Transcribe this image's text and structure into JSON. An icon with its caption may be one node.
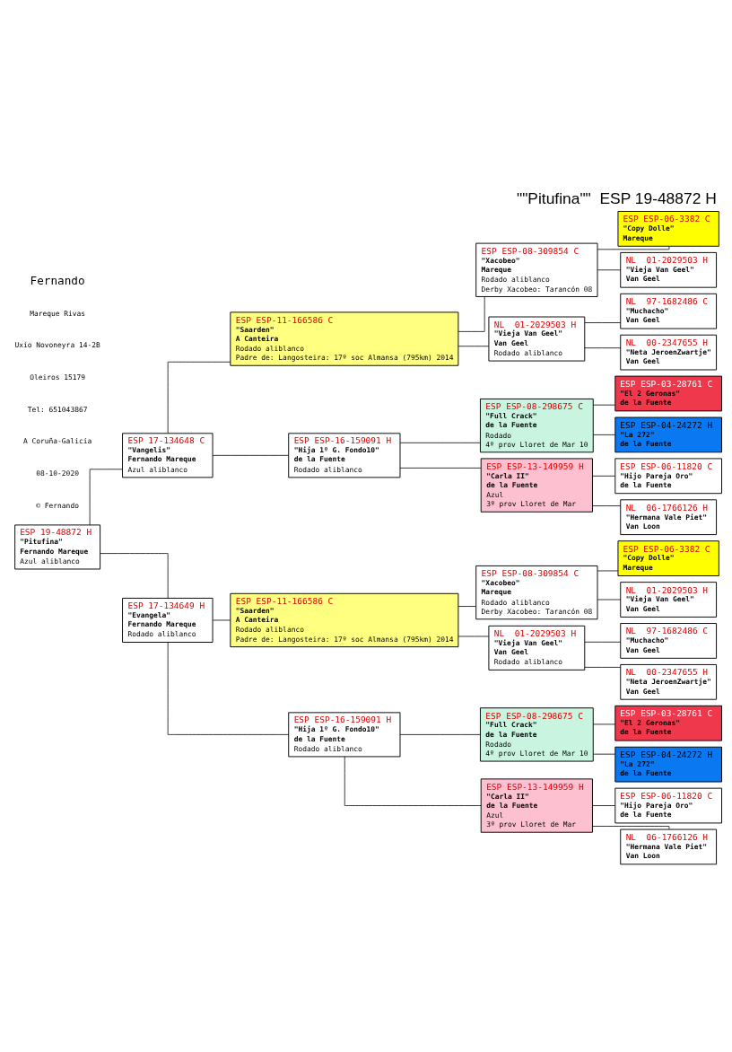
{
  "diagram": {
    "title": "\"\"Pitufina\"\"  ESP 19-48872 H",
    "nodes": [
      {
        "text": [
          "ESP 19-48872 H",
          "\"Pitufina\"",
          "Fernando Mareque",
          "Azul aliblanco"
        ]
      },
      {
        "text": [
          "ESP 17-134648 C",
          "\"Vangelis\"",
          "Fernando Mareque",
          "Azul aliblanco"
        ]
      },
      {
        "text": [
          "ESP 17-134649 H",
          "\"Evangela\"",
          "Fernando Mareque",
          "Rodado aliblanco"
        ]
      },
      {
        "text": [
          "ESP ESP-11-166586 C",
          "\"Saarden\"",
          "A Canteira",
          "Rodado aliblanco",
          "Padre de: Langosteira: 17º soc Almansa (795km) 2014"
        ]
      },
      {
        "text": [
          "ESP ESP-16-159091 H",
          "\"Hija 1º G. Fondo10\"",
          "de la Fuente",
          "Rodado aliblanco"
        ]
      },
      {
        "text": [
          "ESP ESP-11-166586 C",
          "\"Saarden\"",
          "A Canteira",
          "Rodado aliblanco",
          "Padre de: Langosteira: 17º soc Almansa (795km) 2014"
        ]
      },
      {
        "text": [
          "ESP ESP-16-159091 H",
          "\"Hija 1º G. Fondo10\"",
          "de la Fuente",
          "Rodado aliblanco"
        ]
      },
      {
        "text": [
          "ESP ESP-08-309854 C",
          "\"Xacobeo\"",
          "Mareque",
          "Rodado aliblanco",
          "Derby Xacobeo: Tarancón 08"
        ]
      },
      {
        "text": [
          "NL  01-2029503 H",
          "\"Vieja Van Geel\"",
          "Van Geel",
          "Rodado aliblanco"
        ]
      },
      {
        "text": [
          "ESP ESP-08-298675 C",
          "\"Full Crack\"",
          "de la Fuente",
          "Rodado",
          "4º prov Lloret de Mar 10"
        ]
      },
      {
        "text": [
          "ESP ESP-13-149959 H",
          "\"Carla II\"",
          "de la Fuente",
          "Azul",
          "3º prov Lloret de Mar"
        ]
      },
      {
        "text": [
          "ESP ESP-08-309854 C",
          "\"Xacobeo\"",
          "Mareque",
          "Rodado aliblanco",
          "Derby Xacobeo: Tarancón 08"
        ]
      },
      {
        "text": [
          "NL  01-2029503 H",
          "\"Vieja Van Geel\"",
          "Van Geel",
          "Rodado aliblanco"
        ]
      },
      {
        "text": [
          "ESP ESP-08-298675 C",
          "\"Full Crack\"",
          "de la Fuente",
          "Rodado",
          "4º prov Lloret de Mar 10"
        ]
      },
      {
        "text": [
          "ESP ESP-13-149959 H",
          "\"Carla II\"",
          "de la Fuente",
          "Azul",
          "3º prov Lloret de Mar"
        ]
      },
      {
        "text": [
          "ESP ESP-06-3382 C",
          "\"Copy Dolle\"",
          "Mareque"
        ]
      },
      {
        "text": [
          "NL  01-2029503 H",
          "\"Vieja Van Geel\"",
          "Van Geel"
        ]
      },
      {
        "text": [
          "NL  97-1682486 C",
          "\"Muchacho\"",
          "Van Geel"
        ]
      },
      {
        "text": [
          "NL  00-2347655 H",
          "\"Neta JeroenZwartje\"",
          "Van Geel"
        ]
      },
      {
        "text": [
          "ESP ESP-03-28761 C",
          "\"El 2 Geronas\"",
          "de la Fuente"
        ]
      },
      {
        "text": [
          "ESP ESP-04-24272 H",
          "\"La 272\"",
          "de la Fuente"
        ]
      },
      {
        "text": [
          "ESP ESP-06-11820 C",
          "\"Hijo Pareja Oro\"",
          "de la Fuente"
        ]
      },
      {
        "text": [
          "NL  06-1766126 H",
          "\"Hermana Vale Piet\"",
          "Van Loon"
        ]
      },
      {
        "text": [
          "ESP ESP-06-3382 C",
          "\"Copy Dolle\"",
          "Mareque"
        ]
      },
      {
        "text": [
          "NL  01-2029503 H",
          "\"Vieja Van Geel\"",
          "Van Geel"
        ]
      },
      {
        "text": [
          "NL  97-1682486 C",
          "\"Muchacho\"",
          "Van Geel"
        ]
      },
      {
        "text": [
          "NL  00-2347655 H",
          "\"Neta JeroenZwartje\"",
          "Van Geel"
        ]
      },
      {
        "text": [
          "ESP ESP-03-28761 C",
          "\"El 2 Geronas\"",
          "de la Fuente"
        ]
      },
      {
        "text": [
          "ESP ESP-04-24272 H",
          "\"La 272\"",
          "de la Fuente"
        ]
      },
      {
        "text": [
          "ESP ESP-06-11820 C",
          "\"Hijo Pareja Oro\"",
          "de la Fuente"
        ]
      },
      {
        "text": [
          "NL  06-1766126 H",
          "\"Hermana Vale Piet\"",
          "Van Loon"
        ]
      }
    ],
    "edges": [
      {
        "from": 0,
        "to": 1,
        "arrow": "none"
      },
      {
        "from": 0,
        "to": 2,
        "arrow": "none"
      },
      {
        "from": 1,
        "to": 3,
        "arrow": "none"
      },
      {
        "from": 1,
        "to": 4,
        "arrow": "none"
      },
      {
        "from": 2,
        "to": 5,
        "arrow": "none"
      },
      {
        "from": 2,
        "to": 6,
        "arrow": "none"
      },
      {
        "from": 3,
        "to": 7,
        "arrow": "none"
      },
      {
        "from": 3,
        "to": 8,
        "arrow": "none"
      },
      {
        "from": 4,
        "to": 9,
        "arrow": "none"
      },
      {
        "from": 4,
        "to": 10,
        "arrow": "none"
      },
      {
        "from": 5,
        "to": 11,
        "arrow": "none"
      },
      {
        "from": 5,
        "to": 12,
        "arrow": "none"
      },
      {
        "from": 6,
        "to": 13,
        "arrow": "none"
      },
      {
        "from": 6,
        "to": 14,
        "arrow": "none"
      },
      {
        "from": 7,
        "to": 15,
        "arrow": "none"
      },
      {
        "from": 7,
        "to": 16,
        "arrow": "none"
      },
      {
        "from": 8,
        "to": 17,
        "arrow": "none"
      },
      {
        "from": 8,
        "to": 18,
        "arrow": "none"
      },
      {
        "from": 9,
        "to": 19,
        "arrow": "none"
      },
      {
        "from": 9,
        "to": 20,
        "arrow": "none"
      },
      {
        "from": 10,
        "to": 21,
        "arrow": "none"
      },
      {
        "from": 10,
        "to": 22,
        "arrow": "none"
      },
      {
        "from": 11,
        "to": 23,
        "arrow": "none"
      },
      {
        "from": 11,
        "to": 24,
        "arrow": "none"
      },
      {
        "from": 12,
        "to": 25,
        "arrow": "none"
      },
      {
        "from": 12,
        "to": 26,
        "arrow": "none"
      },
      {
        "from": 13,
        "to": 27,
        "arrow": "none"
      },
      {
        "from": 13,
        "to": 28,
        "arrow": "none"
      },
      {
        "from": 14,
        "to": 29,
        "arrow": "none"
      },
      {
        "from": 14,
        "to": 30,
        "arrow": "none"
      }
    ],
    "labels": [
      "Fernando",
      "Mareque Rivas",
      "Uxío Novoneyra 14-2B",
      "Oleiros 15179",
      "Tel: 651043867",
      "A Coruña-Galicia",
      "08-10-2020",
      "© Fernando"
    ]
  }
}
